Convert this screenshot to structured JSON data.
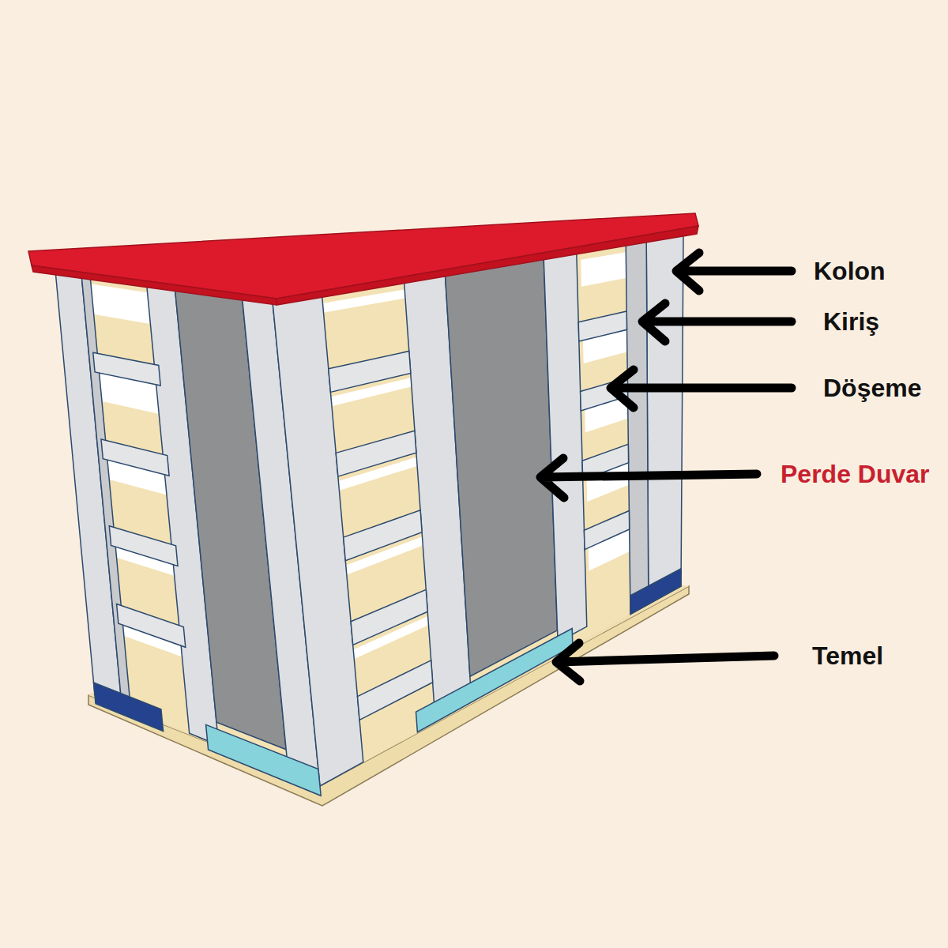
{
  "diagram": {
    "labels": [
      "Kolon",
      "Kiriş",
      "Döşeme",
      "Perde Duvar",
      "Temel"
    ]
  }
}
